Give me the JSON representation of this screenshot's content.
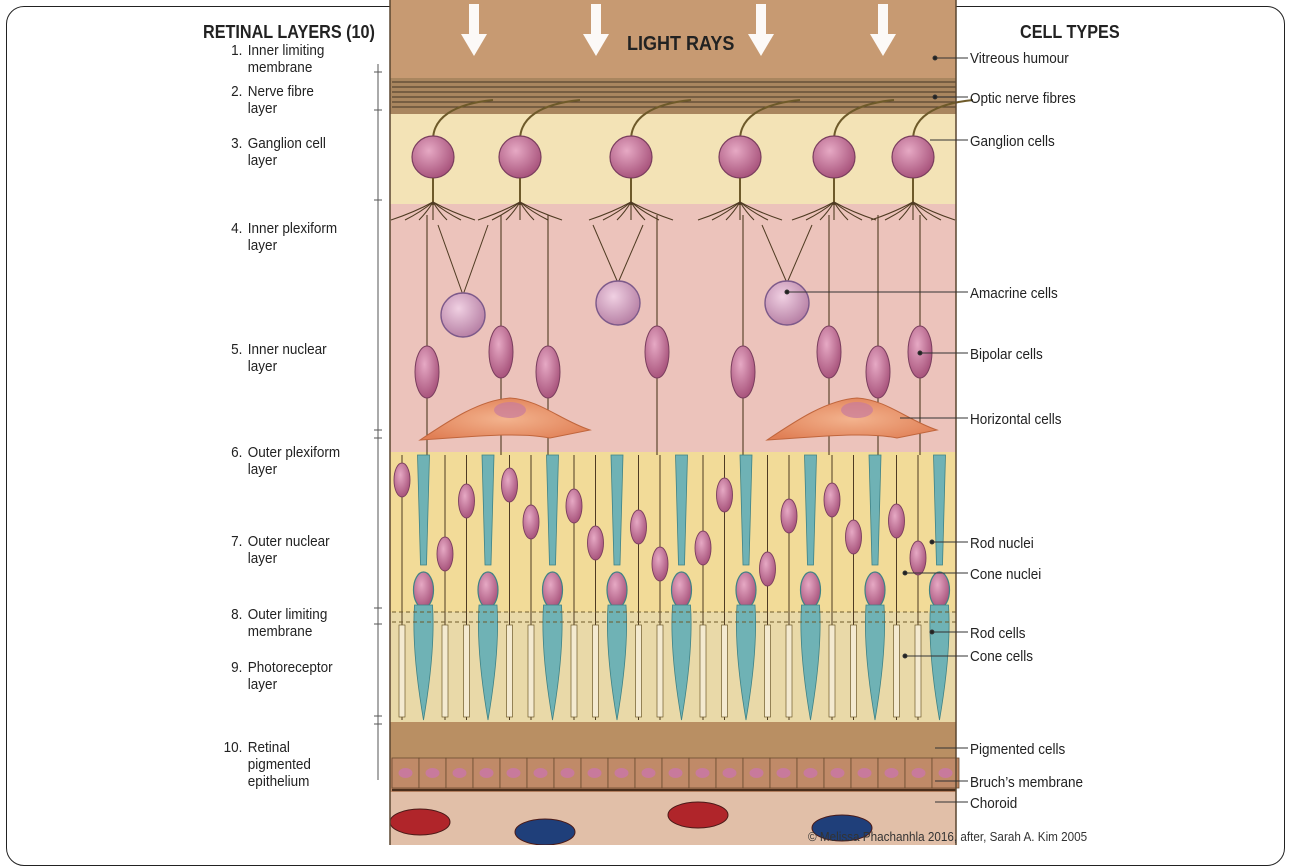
{
  "headings": {
    "layers_title": "RETINAL LAYERS (10)",
    "light_rays": "LIGHT RAYS",
    "cell_types_title": "CELL TYPES"
  },
  "layers": [
    {
      "num": "1.",
      "lines": [
        "Inner limiting",
        "membrane"
      ]
    },
    {
      "num": "2.",
      "lines": [
        "Nerve fibre",
        "layer"
      ]
    },
    {
      "num": "3.",
      "lines": [
        "Ganglion cell",
        "layer"
      ]
    },
    {
      "num": "4.",
      "lines": [
        "Inner plexiform",
        "layer"
      ]
    },
    {
      "num": "5.",
      "lines": [
        "Inner nuclear",
        "layer"
      ]
    },
    {
      "num": "6.",
      "lines": [
        "Outer plexiform",
        "layer"
      ]
    },
    {
      "num": "7.",
      "lines": [
        "Outer nuclear",
        "layer"
      ]
    },
    {
      "num": "8.",
      "lines": [
        "Outer limiting",
        "membrane"
      ]
    },
    {
      "num": "9.",
      "lines": [
        "Photoreceptor",
        "layer"
      ]
    },
    {
      "num": "10.",
      "lines": [
        "Retinal",
        "pigmented",
        "epithelium"
      ]
    }
  ],
  "cell_types": [
    "Vitreous humour",
    "Optic nerve fibres",
    "Ganglion cells",
    "Amacrine cells",
    "Bipolar cells",
    "Horizontal cells",
    "Rod nuclei",
    "Cone nuclei",
    "Rod cells",
    "Cone cells",
    "Pigmented cells",
    "Bruch’s membrane",
    "Choroid"
  ],
  "credit": "© Melissa Phachanhla 2016, after, Sarah A. Kim 2005",
  "colors": {
    "vitreous": "#c79a72",
    "nerve_fibre_band": "#a9865f",
    "ganglion_layer": "#f3e3b6",
    "inner_layers": "#ecc3bb",
    "outer_layers": "#f2db98",
    "photoreceptor": "#e9d9a8",
    "pigment": "#b98f63",
    "choroid": "#e1bfa8",
    "neuron_body": "#c87a9c",
    "cone": "#6fb2b5",
    "horizontal": "#e4936a"
  }
}
